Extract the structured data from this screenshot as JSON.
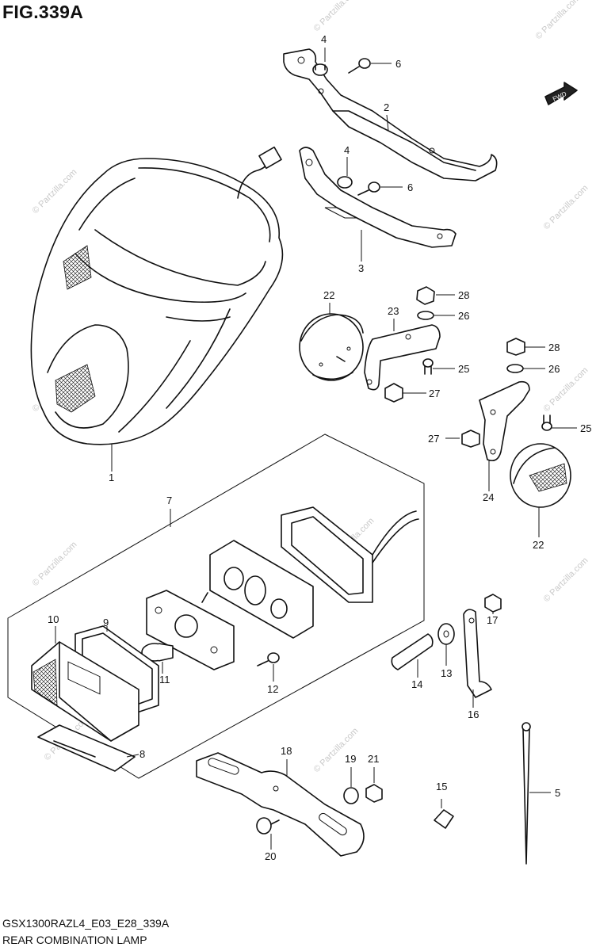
{
  "title": "FIG.339A",
  "figure_code": "GSX1300RAZL4_E03_E28_339A",
  "figure_name": "REAR COMBINATION LAMP",
  "fwd_label": "FWD",
  "watermark": "© Partzilla.com",
  "callouts": {
    "c1": "1",
    "c2": "2",
    "c3": "3",
    "c4a": "4",
    "c4b": "4",
    "c5": "5",
    "c6a": "6",
    "c6b": "6",
    "c7": "7",
    "c8": "8",
    "c9": "9",
    "c10": "10",
    "c11": "11",
    "c12": "12",
    "c13": "13",
    "c14": "14",
    "c15": "15",
    "c16": "16",
    "c17": "17",
    "c18": "18",
    "c19": "19",
    "c20": "20",
    "c21": "21",
    "c22a": "22",
    "c22b": "22",
    "c23": "23",
    "c24": "24",
    "c25a": "25",
    "c25b": "25",
    "c26a": "26",
    "c26b": "26",
    "c27a": "27",
    "c27b": "27",
    "c28a": "28",
    "c28b": "28"
  }
}
